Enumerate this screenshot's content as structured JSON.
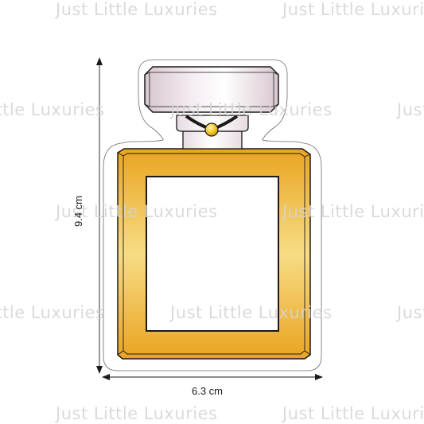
{
  "watermark": {
    "text": "Just Little Luxuries"
  },
  "dimensions": {
    "height_label": "9.4 cm",
    "width_label": "6.3 cm"
  },
  "colors": {
    "frame_gold_light": "#f7dc85",
    "frame_gold_dark": "#e9a420",
    "cap_gradient_light": "#ffffff",
    "cap_gradient_mid": "#efe3ea",
    "cap_gradient_edge": "#d8c7cf",
    "label_fill": "#ffffff",
    "outline": "#1a1a1a",
    "watermark": "#d4d4d4"
  }
}
